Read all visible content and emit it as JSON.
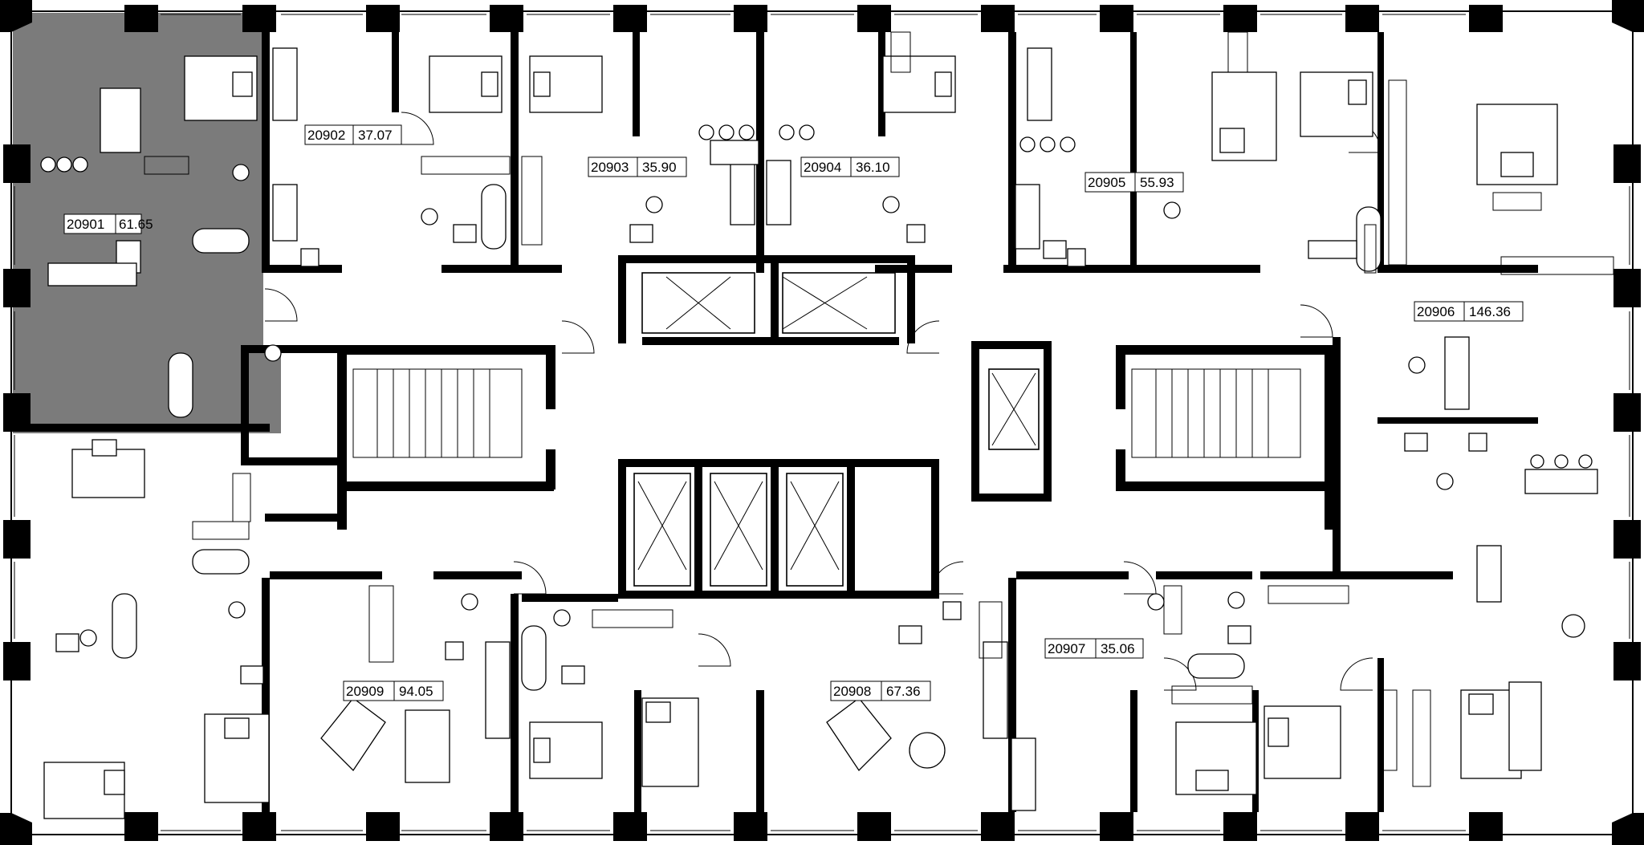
{
  "colors": {
    "wall": "#000000",
    "background": "#ffffff",
    "selected_apartment": "#7b7b7b"
  },
  "selected_unit": "20901",
  "units": [
    {
      "id": "20901",
      "area": "61.65"
    },
    {
      "id": "20902",
      "area": "37.07"
    },
    {
      "id": "20903",
      "area": "35.90"
    },
    {
      "id": "20904",
      "area": "36.10"
    },
    {
      "id": "20905",
      "area": "55.93"
    },
    {
      "id": "20906",
      "area": "146.36"
    },
    {
      "id": "20907",
      "area": "35.06"
    },
    {
      "id": "20908",
      "area": "67.36"
    },
    {
      "id": "20909",
      "area": "94.05"
    }
  ],
  "icons": [
    "window-icon",
    "door-swing-icon",
    "bed-icon",
    "sofa-icon",
    "bathtub-icon",
    "toilet-icon",
    "sink-icon",
    "stove-icon",
    "dining-table-icon",
    "elevator-icon",
    "staircase-icon",
    "wardrobe-icon",
    "washing-machine-icon"
  ]
}
